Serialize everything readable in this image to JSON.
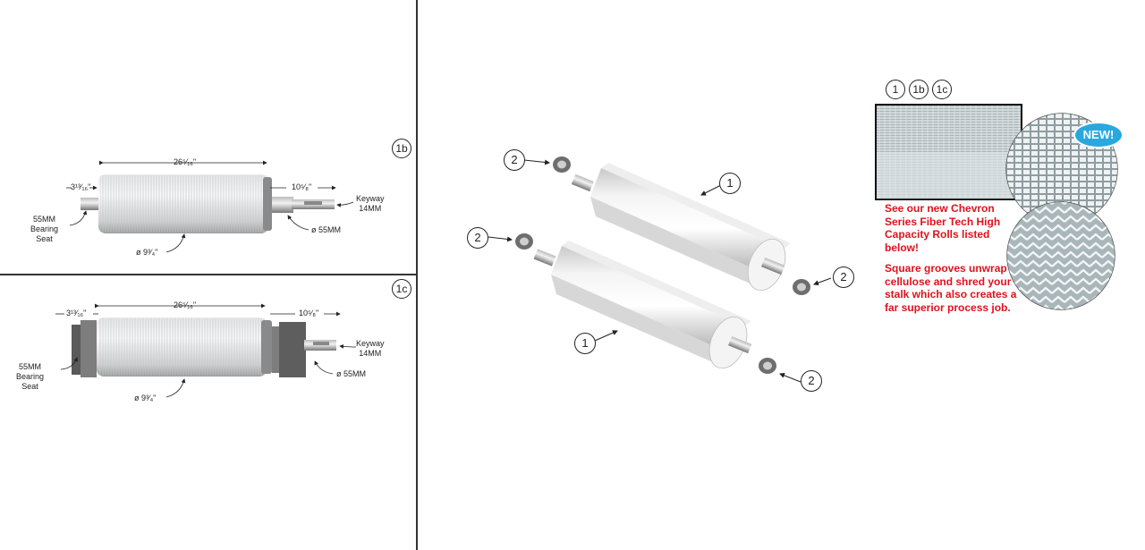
{
  "panel_1b": {
    "badge": "1b",
    "dim_length": "26⁵⁄₁₆\"",
    "dim_left": "3¹³⁄₁₆\"",
    "dim_right": "10⁵⁄₈\"",
    "keyway": "Keyway\n14MM",
    "bearing_seat": "55MM\nBearing\nSeat",
    "shaft_dia": "ø 55MM",
    "roll_dia": "ø 9³⁄₄\""
  },
  "panel_1c": {
    "badge": "1c",
    "dim_length": "26⁵⁄₁₆\"",
    "dim_left": "3¹³⁄₁₆\"",
    "dim_right": "10⁵⁄₈\"",
    "keyway": "Keyway\n14MM",
    "bearing_seat": "55MM\nBearing\nSeat",
    "shaft_dia": "ø 55MM",
    "roll_dia": "ø 9³⁄₄\""
  },
  "assembly": {
    "callout_roll": "1",
    "callout_bearing": "2"
  },
  "detail": {
    "badges": [
      "1",
      "1b",
      "1c"
    ],
    "new_badge": "NEW!",
    "promo_text_1": "See our new Chevron Series Fiber Tech High Capacity Rolls listed below!",
    "promo_text_2": "Square grooves unwrap cellulose and shred your stalk which also creates a far superior process job."
  },
  "colors": {
    "promo_red": "#e0121b",
    "new_blue": "#29a8e0"
  }
}
